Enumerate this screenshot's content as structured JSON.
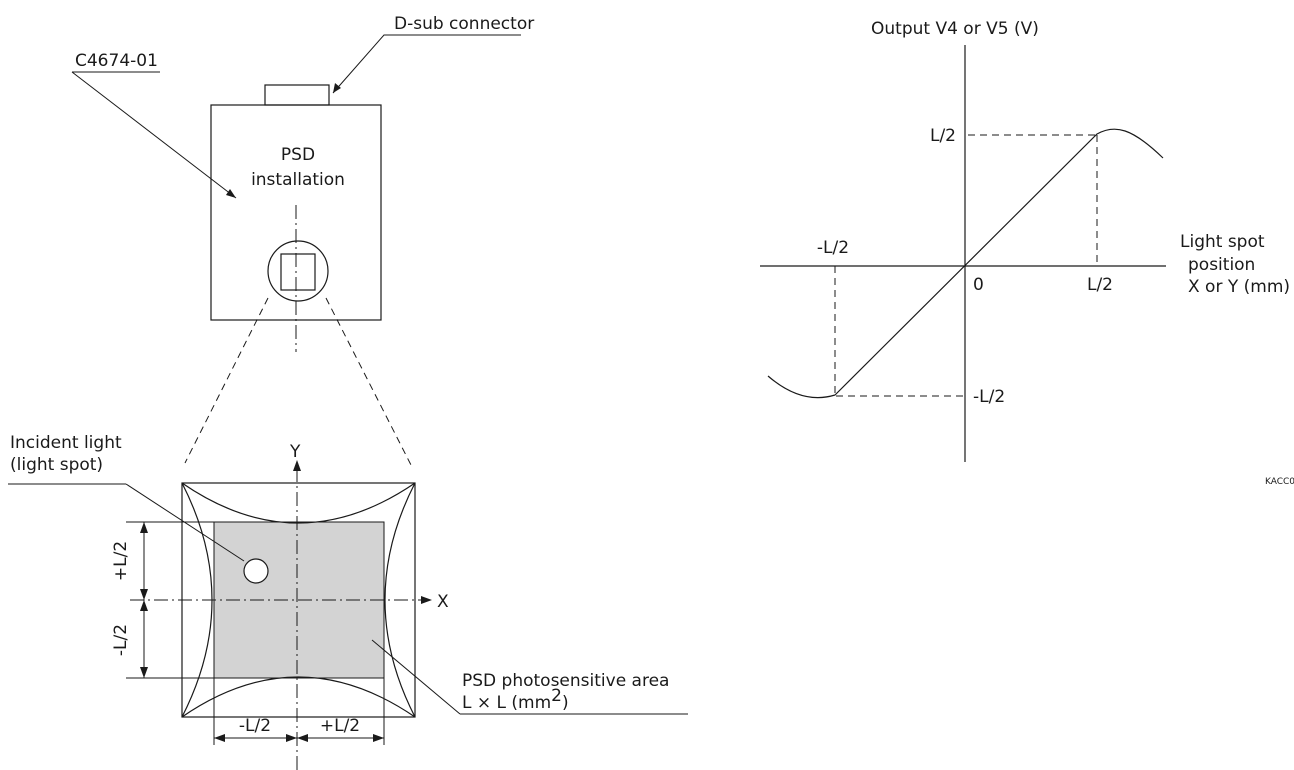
{
  "module": {
    "model_label": "C4674-01",
    "connector_label": "D-sub connector",
    "body_text_line1": "PSD",
    "body_text_line2": "installation"
  },
  "sensor": {
    "y_axis_label": "Y",
    "x_axis_label": "X",
    "incident_label_line1": "Incident light",
    "incident_label_line2": "(light spot)",
    "dim_v_top": "+L/2",
    "dim_v_bottom": "-L/2",
    "dim_h_left": "-L/2",
    "dim_h_right": "+L/2",
    "area_label_line1": "PSD photosensitive area",
    "area_label_line2": "L × L (mm",
    "area_label_sup": "2",
    "area_label_close": ")"
  },
  "chart": {
    "ylabel": "Output V4 or V5 (V)",
    "xlabel_line1": "Light spot",
    "xlabel_line2": "position",
    "xlabel_line3": "X or Y (mm)",
    "origin_label": "0",
    "y_tick_pos": "L/2",
    "y_tick_neg": "-L/2",
    "x_tick_pos": "L/2",
    "x_tick_neg": "-L/2",
    "code_label": "KACC0"
  },
  "colors": {
    "line": "#1a1a1a",
    "photosensitive_fill": "#d3d3d3"
  }
}
